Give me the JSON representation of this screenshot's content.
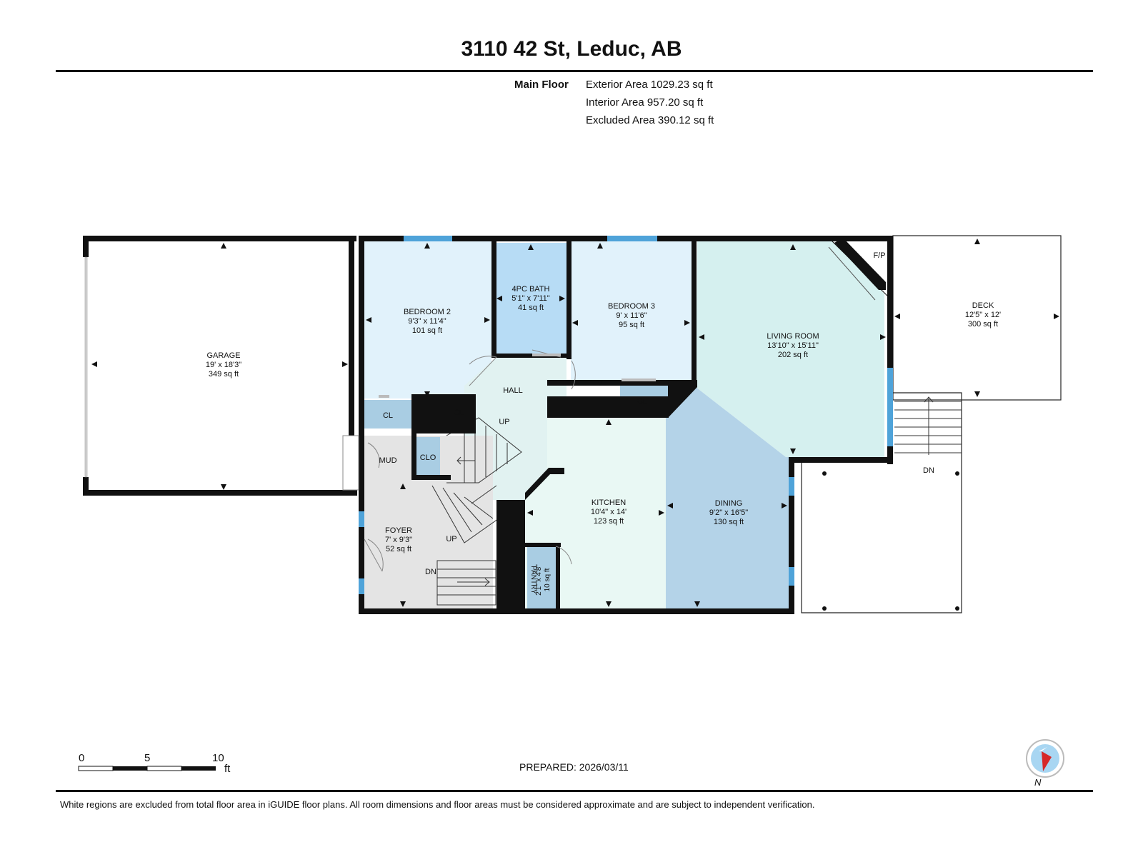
{
  "header": {
    "title": "3110 42 St, Leduc, AB"
  },
  "areas": {
    "floor_label": "Main Floor",
    "lines": [
      "Exterior Area 1029.23 sq ft",
      "Interior Area 957.20 sq ft",
      "Excluded Area 390.12 sq ft"
    ]
  },
  "rooms": {
    "garage": {
      "name": "GARAGE",
      "dims": "19' x 18'3\"",
      "area": "349 sq ft"
    },
    "bedroom2": {
      "name": "BEDROOM 2",
      "dims": "9'3\" x 11'4\"",
      "area": "101 sq ft"
    },
    "bath": {
      "name": "4PC BATH",
      "dims": "5'1\" x 7'11\"",
      "area": "41 sq ft"
    },
    "bedroom3": {
      "name": "BEDROOM 3",
      "dims": "9' x 11'6\"",
      "area": "95 sq ft"
    },
    "living": {
      "name": "LIVING ROOM",
      "dims": "13'10\" x 15'11\"",
      "area": "202 sq ft"
    },
    "deck": {
      "name": "DECK",
      "dims": "12'5\" x 12'",
      "area": "300 sq ft"
    },
    "kitchen": {
      "name": "KITCHEN",
      "dims": "10'4\" x 14'",
      "area": "123 sq ft"
    },
    "dining": {
      "name": "DINING",
      "dims": "9'2\" x 16'5\"",
      "area": "130 sq ft"
    },
    "foyer": {
      "name": "FOYER",
      "dims": "7' x 9'3\"",
      "area": "52 sq ft"
    },
    "pantry": {
      "name": "PANTRY",
      "dims": "2'1\" x 4'8\"",
      "area": "10 sq ft"
    }
  },
  "labels": {
    "hall": "HALL",
    "cl": "CL",
    "clo": "CLO",
    "mud": "MUD",
    "up": "UP",
    "dn": "DN",
    "fp": "F/P"
  },
  "scale": {
    "ticks": [
      "0",
      "5",
      "10"
    ],
    "unit": "ft"
  },
  "compass": {
    "north": "N"
  },
  "footer": {
    "prepared": "PREPARED: 2026/03/11",
    "disclaimer": "White regions are excluded from total floor area in iGUIDE floor plans. All room dimensions and floor areas must be considered approximate and are subject to independent verification."
  },
  "colors": {
    "wall": "#111111",
    "window": "#4fa3d9",
    "bedroom": "#e1f2fb",
    "bath": "#b7dcf5",
    "living": "#d5f0ef",
    "dining": "#b4d3e8",
    "kitchen": "#e9f8f4",
    "foyer": "#e4e4e4",
    "closet": "#a9cde3"
  }
}
